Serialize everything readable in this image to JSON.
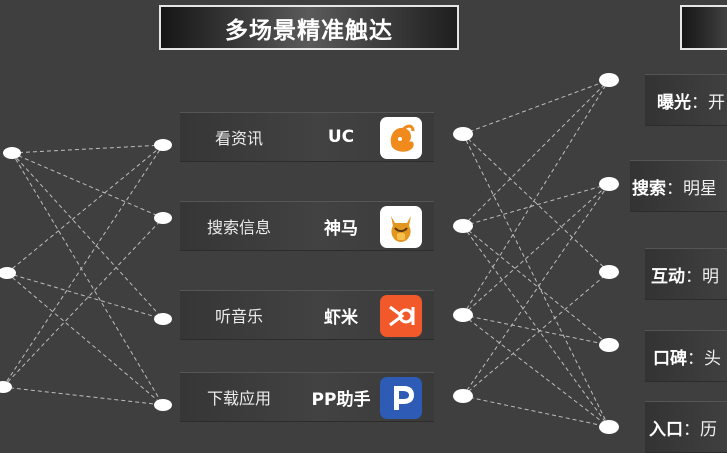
{
  "header": {
    "title": "多场景精准触达"
  },
  "scenes": [
    {
      "scene": "看资讯",
      "brand": "UC",
      "icon": "uc-squirrel-icon"
    },
    {
      "scene": "搜索信息",
      "brand": "神马",
      "icon": "shenma-horse-icon"
    },
    {
      "scene": "听音乐",
      "brand": "虾米",
      "icon": "xiami-music-icon"
    },
    {
      "scene": "下载应用",
      "brand": "PP助手",
      "icon": "pp-assistant-icon"
    }
  ],
  "outcomes": [
    {
      "key": "曝光",
      "rest": "：开"
    },
    {
      "key": "搜索",
      "rest": "：明星"
    },
    {
      "key": "互动",
      "rest": "：明"
    },
    {
      "key": "口碑",
      "rest": "：头"
    },
    {
      "key": "入口",
      "rest": "：历"
    }
  ],
  "colors": {
    "background": "#3f3f3f",
    "uc_orange": "#f08a1c",
    "shenma_bg": "#ffffff",
    "xiami_red": "#f1582a",
    "pp_blue": "#2d5bb5"
  }
}
